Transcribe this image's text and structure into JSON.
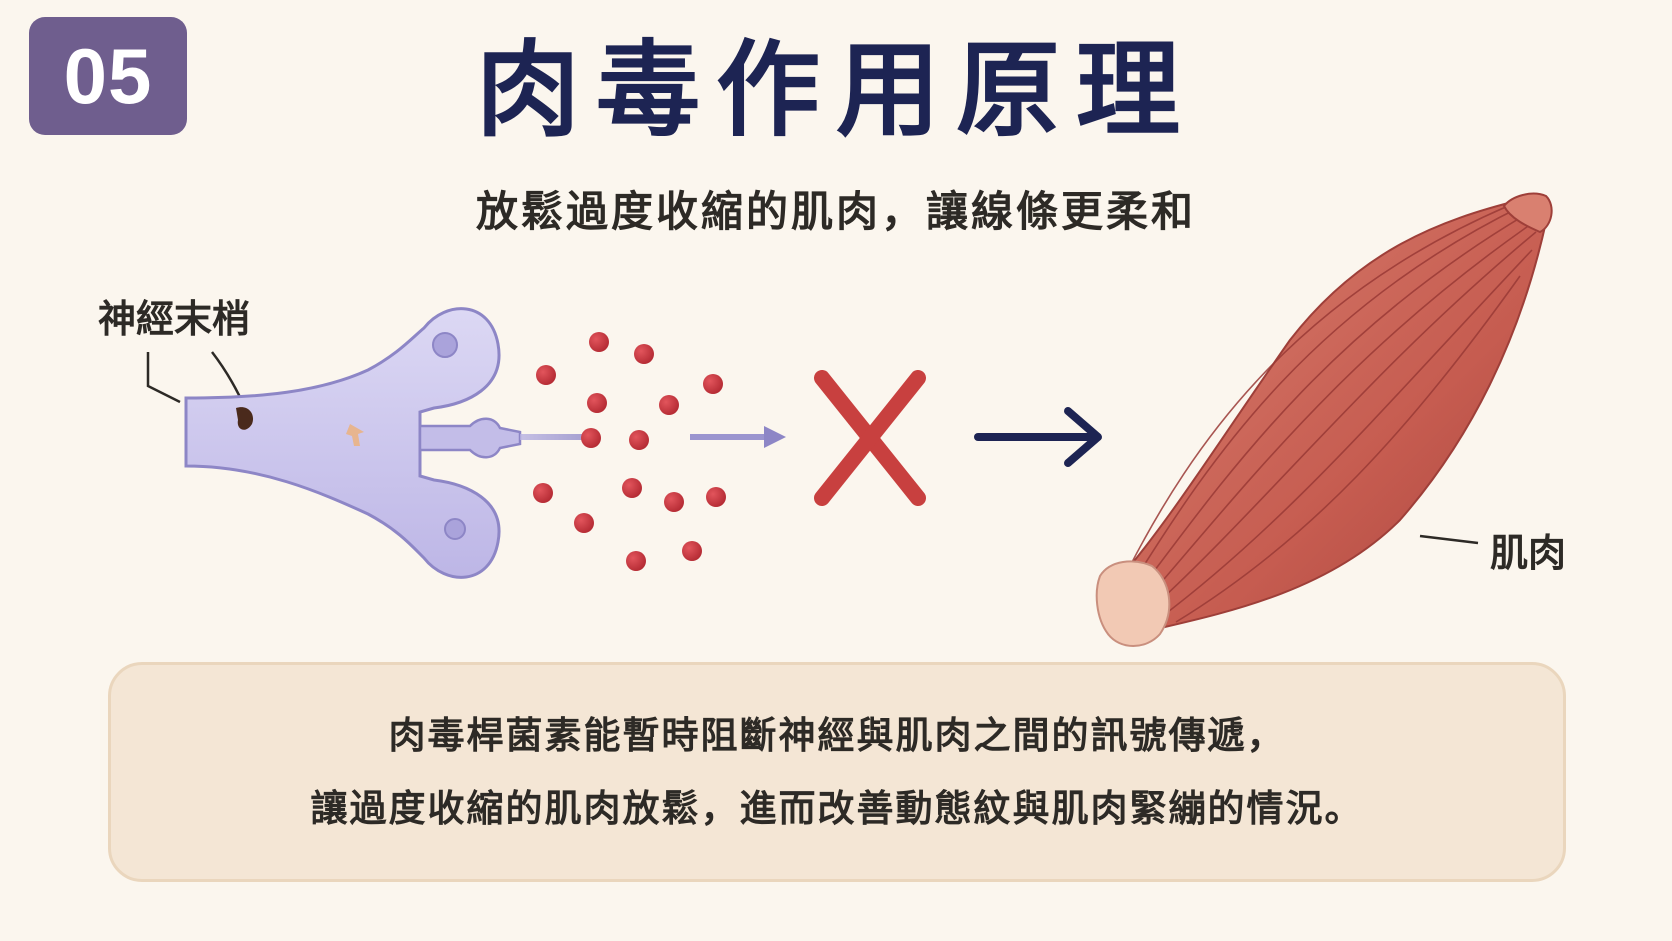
{
  "badge": {
    "number": "05"
  },
  "title": "肉毒作用原理",
  "subtitle": "放鬆過度收縮的肌肉，讓線條更柔和",
  "diagram": {
    "nerve_label": "神經末梢",
    "muscle_label": "肌肉",
    "colors": {
      "nerve": "#cbc6ec",
      "nerve_outline": "#8d86c6",
      "particle": "#c7343d",
      "block_x": "#c8403f",
      "arrow": "#1d2453",
      "muscle": "#c9655a"
    }
  },
  "info": {
    "line1": "肉毒桿菌素能暫時阻斷神經與肌肉之間的訊號傳遞，",
    "line2": "讓過度收縮的肌肉放鬆，進而改善動態紋與肌肉緊繃的情況。"
  }
}
